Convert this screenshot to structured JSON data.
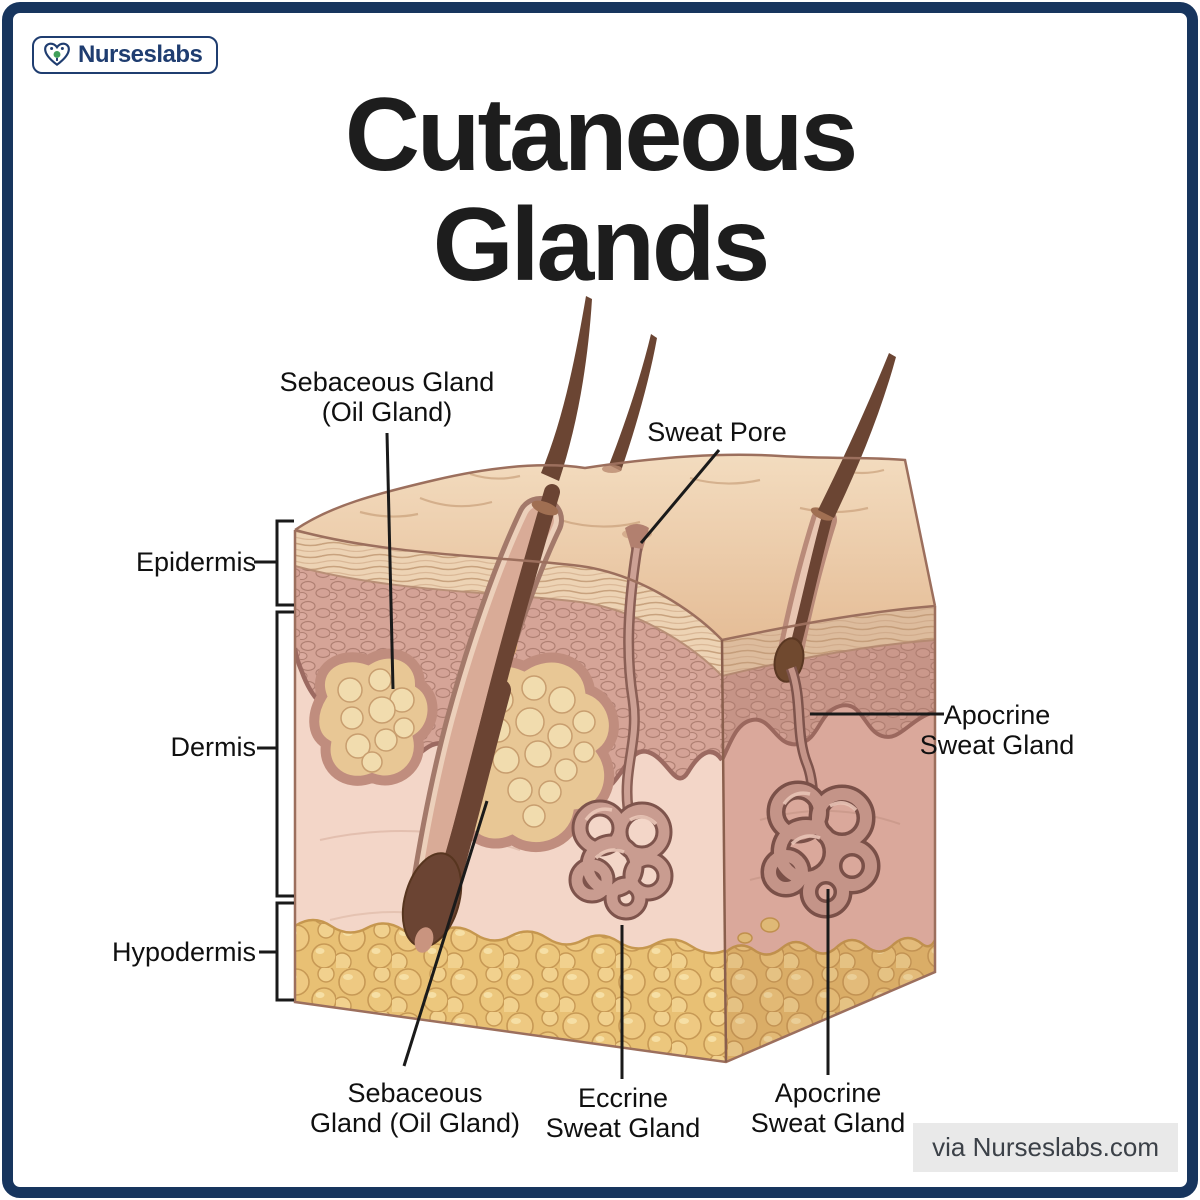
{
  "logo": {
    "text": "Nurseslabs",
    "icon": "heart-stethoscope-icon",
    "navy": "#1f3d70",
    "green": "#41a05a"
  },
  "title": {
    "line1": "Cutaneous",
    "line2": "Glands"
  },
  "attribution": {
    "text": "via Nurseslabs.com",
    "background": "#e9e9e9",
    "text_color": "#3c4148"
  },
  "frame_color": "#17355e",
  "labels": {
    "sebaceous_top": "Sebaceous Gland\n(Oil Gland)",
    "sweat_pore": "Sweat Pore",
    "epidermis": "Epidermis",
    "dermis": "Dermis",
    "hypodermis": "Hypodermis",
    "apocrine_right": "Apocrine\nSweat Gland",
    "sebaceous_bottom": "Sebaceous\nGland (Oil Gland)",
    "eccrine_bottom": "Eccrine\nSweat Gland",
    "apocrine_bottom": "Apocrine\nSweat Gland"
  },
  "illustration": {
    "subject": "skin cross-section block showing cutaneous glands",
    "skin_surface_color": "#ecc9a5",
    "epidermis_color": "#d5a497",
    "dermis_color": "#f3d6c8",
    "hypodermis_fat_color": "#e8c074",
    "hair_color": "#6b4433",
    "gland_tube_color": "#c49488",
    "sebaceous_lobule_color": "#f1dcae",
    "leader_line_color": "#1a1a1a"
  }
}
